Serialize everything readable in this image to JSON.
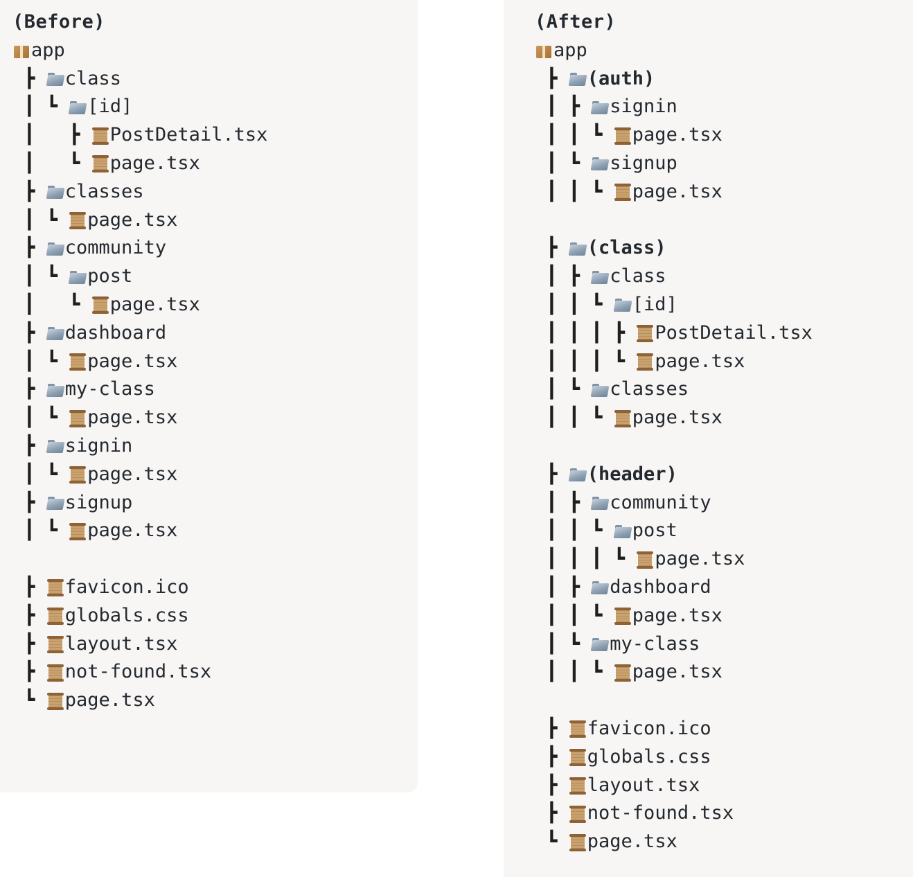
{
  "before": {
    "heading": "(Before)",
    "lines": [
      {
        "prefix": "",
        "icon": "package-icon",
        "label": "app"
      },
      {
        "prefix": " ┣ ",
        "icon": "folder-icon",
        "label": "class"
      },
      {
        "prefix": " ┃ ┗ ",
        "icon": "folder-icon",
        "label": "[id]"
      },
      {
        "prefix": " ┃   ┣ ",
        "icon": "file-icon",
        "label": "PostDetail.tsx"
      },
      {
        "prefix": " ┃   ┗ ",
        "icon": "file-icon",
        "label": "page.tsx"
      },
      {
        "prefix": " ┣ ",
        "icon": "folder-icon",
        "label": "classes"
      },
      {
        "prefix": " ┃ ┗ ",
        "icon": "file-icon",
        "label": "page.tsx"
      },
      {
        "prefix": " ┣ ",
        "icon": "folder-icon",
        "label": "community"
      },
      {
        "prefix": " ┃ ┗ ",
        "icon": "folder-icon",
        "label": "post"
      },
      {
        "prefix": " ┃   ┗ ",
        "icon": "file-icon",
        "label": "page.tsx"
      },
      {
        "prefix": " ┣ ",
        "icon": "folder-icon",
        "label": "dashboard"
      },
      {
        "prefix": " ┃ ┗ ",
        "icon": "file-icon",
        "label": "page.tsx"
      },
      {
        "prefix": " ┣ ",
        "icon": "folder-icon",
        "label": "my-class"
      },
      {
        "prefix": " ┃ ┗ ",
        "icon": "file-icon",
        "label": "page.tsx"
      },
      {
        "prefix": " ┣ ",
        "icon": "folder-icon",
        "label": "signin"
      },
      {
        "prefix": " ┃ ┗ ",
        "icon": "file-icon",
        "label": "page.tsx"
      },
      {
        "prefix": " ┣ ",
        "icon": "folder-icon",
        "label": "signup"
      },
      {
        "prefix": " ┃ ┗ ",
        "icon": "file-icon",
        "label": "page.tsx"
      },
      {
        "prefix": "",
        "icon": "",
        "label": ""
      },
      {
        "prefix": " ┣ ",
        "icon": "file-icon",
        "label": "favicon.ico"
      },
      {
        "prefix": " ┣ ",
        "icon": "file-icon",
        "label": "globals.css"
      },
      {
        "prefix": " ┣ ",
        "icon": "file-icon",
        "label": "layout.tsx"
      },
      {
        "prefix": " ┣ ",
        "icon": "file-icon",
        "label": "not-found.tsx"
      },
      {
        "prefix": " ┗ ",
        "icon": "file-icon",
        "label": "page.tsx"
      }
    ]
  },
  "after": {
    "heading": "(After)",
    "lines": [
      {
        "prefix": "",
        "icon": "package-icon",
        "label": "app"
      },
      {
        "prefix": " ┣ ",
        "icon": "folder-icon",
        "label": "(auth)",
        "bold": true
      },
      {
        "prefix": " ┃ ┣ ",
        "icon": "folder-icon",
        "label": "signin"
      },
      {
        "prefix": " ┃ ┃ ┗ ",
        "icon": "file-icon",
        "label": "page.tsx"
      },
      {
        "prefix": " ┃ ┗ ",
        "icon": "folder-icon",
        "label": "signup"
      },
      {
        "prefix": " ┃ ┃ ┗ ",
        "icon": "file-icon",
        "label": "page.tsx"
      },
      {
        "prefix": "",
        "icon": "",
        "label": ""
      },
      {
        "prefix": " ┣ ",
        "icon": "folder-icon",
        "label": "(class)",
        "bold": true
      },
      {
        "prefix": " ┃ ┣ ",
        "icon": "folder-icon",
        "label": "class"
      },
      {
        "prefix": " ┃ ┃ ┗ ",
        "icon": "folder-icon",
        "label": "[id]"
      },
      {
        "prefix": " ┃ ┃ ┃ ┣ ",
        "icon": "file-icon",
        "label": "PostDetail.tsx"
      },
      {
        "prefix": " ┃ ┃ ┃ ┗ ",
        "icon": "file-icon",
        "label": "page.tsx"
      },
      {
        "prefix": " ┃ ┗ ",
        "icon": "folder-icon",
        "label": "classes"
      },
      {
        "prefix": " ┃ ┃ ┗ ",
        "icon": "file-icon",
        "label": "page.tsx"
      },
      {
        "prefix": "",
        "icon": "",
        "label": ""
      },
      {
        "prefix": " ┣ ",
        "icon": "folder-icon",
        "label": "(header)",
        "bold": true
      },
      {
        "prefix": " ┃ ┣ ",
        "icon": "folder-icon",
        "label": "community"
      },
      {
        "prefix": " ┃ ┃ ┗ ",
        "icon": "folder-icon",
        "label": "post"
      },
      {
        "prefix": " ┃ ┃ ┃ ┗ ",
        "icon": "file-icon",
        "label": "page.tsx"
      },
      {
        "prefix": " ┃ ┣ ",
        "icon": "folder-icon",
        "label": "dashboard"
      },
      {
        "prefix": " ┃ ┃ ┗ ",
        "icon": "file-icon",
        "label": "page.tsx"
      },
      {
        "prefix": " ┃ ┗ ",
        "icon": "folder-icon",
        "label": "my-class"
      },
      {
        "prefix": " ┃ ┃ ┗ ",
        "icon": "file-icon",
        "label": "page.tsx"
      },
      {
        "prefix": "",
        "icon": "",
        "label": ""
      },
      {
        "prefix": " ┣ ",
        "icon": "file-icon",
        "label": "favicon.ico"
      },
      {
        "prefix": " ┣ ",
        "icon": "file-icon",
        "label": "globals.css"
      },
      {
        "prefix": " ┣ ",
        "icon": "file-icon",
        "label": "layout.tsx"
      },
      {
        "prefix": " ┣ ",
        "icon": "file-icon",
        "label": "not-found.tsx"
      },
      {
        "prefix": " ┗ ",
        "icon": "file-icon",
        "label": "page.tsx"
      }
    ]
  }
}
